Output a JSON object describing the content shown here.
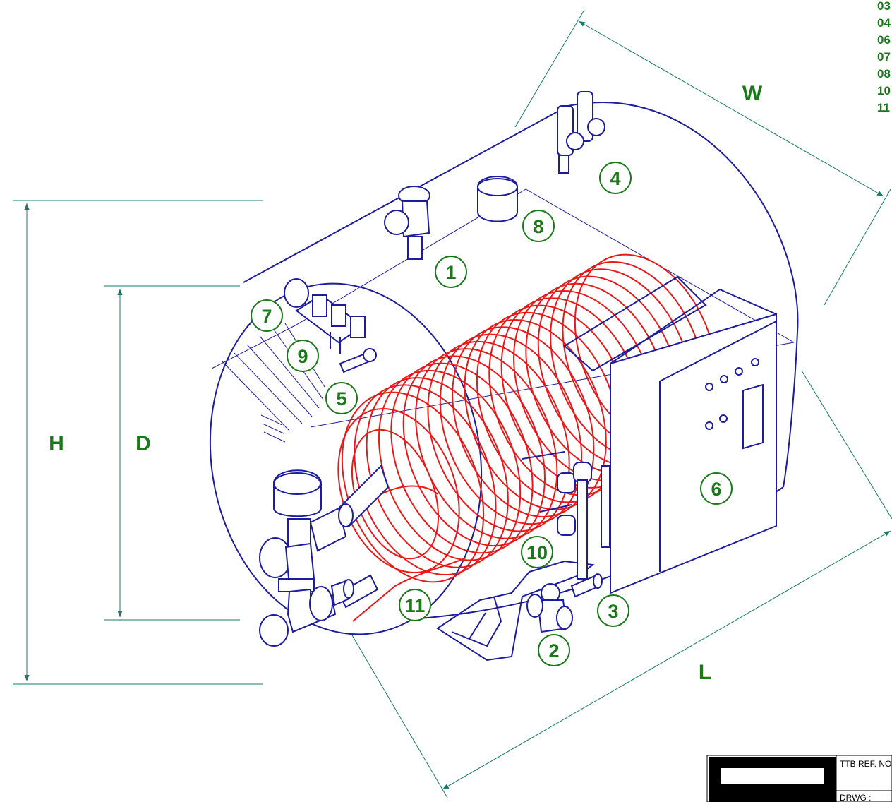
{
  "legend_fragments": [
    "03",
    "04",
    "06",
    "07",
    "08",
    "10",
    "11"
  ],
  "callouts": [
    "1",
    "2",
    "3",
    "4",
    "5",
    "6",
    "7",
    "8",
    "9",
    "10",
    "11"
  ],
  "dimensions": {
    "width": "W",
    "height": "H",
    "diameter": "D",
    "length": "L"
  },
  "title_block": {
    "ref_label": "TTB REF. NO",
    "drawing_label": "DRWG :"
  },
  "colors": {
    "line": "#1c1c9c",
    "coil": "#e81818",
    "label": "#1a7a1a",
    "dimension": "#1a7a6a"
  }
}
